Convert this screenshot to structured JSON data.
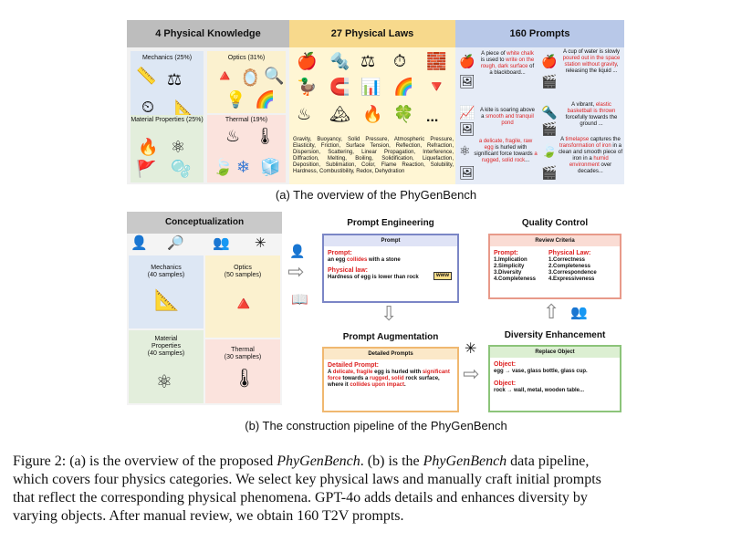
{
  "overview": {
    "col1_title": "4 Physical Knowledge",
    "col2_title": "27 Physical Laws",
    "col3_title": "160 Prompts",
    "mechanics": "Mechanics (25%)",
    "optics": "Optics (31%)",
    "material": "Material Properties (25%)",
    "thermal": "Thermal (19%)",
    "laws_text": "Gravity, Buoyancy, Solid Pressure, Atmospheric Pressure, Elasticity, Friction, Surface Tension, Reflection, Refraction, Dispersion, Scattering, Linear Propagation, Interference, Diffraction, Melting, Boiling, Solidification, Liquefaction, Deposition, Sublimation, Color, Flame Reaction, Solubility, Hardness, Combustibility, Redox, Dehydration",
    "ellipsis": "...",
    "prompt1_a": "A piece of ",
    "prompt1_b": "white chalk",
    "prompt1_c": " is used to ",
    "prompt1_d": "write on the rough, dark surface",
    "prompt1_e": " of a blackboard...",
    "prompt2_a": "A cup of water is slowly ",
    "prompt2_b": "poured out in the space station without gravity",
    "prompt2_c": ", releasing the liquid ...",
    "prompt3_a": "A kite is soaring above a ",
    "prompt3_b": "smooth and tranquil pond",
    "prompt4_a": "A vibrant, ",
    "prompt4_b": "elastic basketball is thrown",
    "prompt4_c": " forcefully towards the ground ...",
    "prompt5_a": "a delicate, fragile, raw egg",
    "prompt5_b": " is hurled with significant force towards ",
    "prompt5_c": "a rugged, solid rock",
    "prompt5_d": "...",
    "prompt6_a": "A ",
    "prompt6_b": "timelapse",
    "prompt6_c": " captures the ",
    "prompt6_d": "transformation of iron",
    "prompt6_e": " in a clean and smooth piece of iron in a ",
    "prompt6_f": "humid environment",
    "prompt6_g": " over decades...",
    "caption_a": "(a) The overview of the PhyGenBench"
  },
  "pipeline": {
    "conceptualization": "Conceptualization",
    "mech": "Mechanics",
    "mech_n": "(40 samples)",
    "optics": "Optics",
    "optics_n": "(50 samples)",
    "material1": "Material",
    "material2": "Properties",
    "material_n": "(40 samples)",
    "thermal": "Thermal",
    "thermal_n": "(30 samples)",
    "prompt_eng": "Prompt Engineering",
    "prompt_label": "Prompt",
    "prompt_key": "Prompt:",
    "prompt_val_a": "an egg ",
    "prompt_val_b": "collides",
    "prompt_val_c": " with a stone",
    "law_key": "Physical law:",
    "law_val": "Hardness of egg is lower than rock",
    "aug_title": "Prompt Augmentation",
    "detailed_label": "Detailed Prompts",
    "detailed_key": "Detailed Prompt:",
    "detailed_a": "A ",
    "detailed_b": "delicate, fragile",
    "detailed_c": " egg is hurled with ",
    "detailed_d": "significant force",
    "detailed_e": " towards a ",
    "detailed_f": "rugged, solid",
    "detailed_g": " rock surface, where it ",
    "detailed_h": "collides upon impact",
    "detailed_i": ".",
    "qc_title": "Quality Control",
    "review_label": "Review Criteria",
    "qc_prompt_key": "Prompt:",
    "qc_law_key": "Physical Law:",
    "qc_p1": "1.Implication",
    "qc_p2": "2.Simplicity",
    "qc_p3": "3.Diversity",
    "qc_p4": "4.Completeness",
    "qc_l1": "1.Correctness",
    "qc_l2": "2.Completeness",
    "qc_l3": "3.Correspondence",
    "qc_l4": "4.Expressiveness",
    "de_title": "Diversity Enhancement",
    "replace_label": "Replace Object",
    "obj_key1": "Object:",
    "obj_val1": "egg → vase, glass bottle, glass cup.",
    "obj_key2": "Object:",
    "obj_val2": "rock → wall, metal, wooden table...",
    "www": "www",
    "caption_b": "(b) The construction pipeline of the PhyGenBench"
  },
  "figure_caption": {
    "line1_a": "Figure 2: (a) is the overview of the proposed ",
    "line1_b": "PhyGenBench",
    "line1_c": ". (b) is the ",
    "line1_d": "PhyGenBench",
    "line1_e": " data pipeline,",
    "line2": "which covers four physics categories.  We select key physical laws and manually craft initial prompts",
    "line3": "that reflect the corresponding physical phenomena. GPT-4o adds details and enhances diversity by",
    "line4": "varying objects. After manual review, we obtain 160 T2V prompts."
  }
}
